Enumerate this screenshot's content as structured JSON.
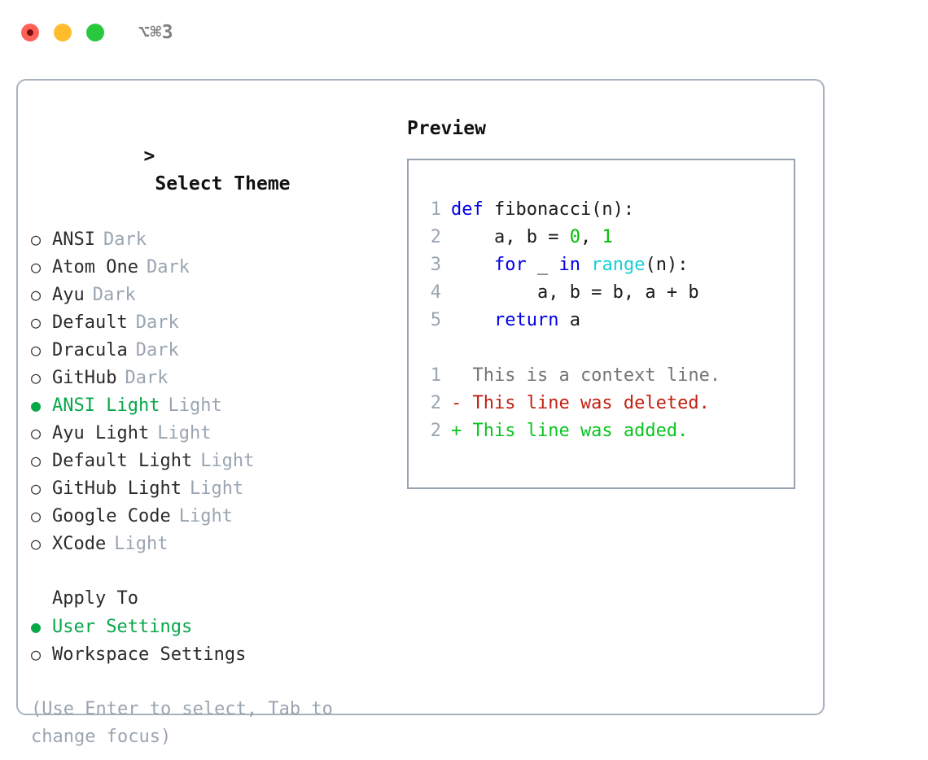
{
  "window": {
    "title": "⌥⌘3",
    "traffic_lights": [
      "close",
      "minimize",
      "maximize"
    ]
  },
  "left": {
    "heading": "> Select Theme",
    "heading_caret": ">",
    "heading_label": "Select Theme",
    "bullet_on": "●",
    "bullet_off": "○",
    "themes": [
      {
        "name": "ANSI",
        "kind": "Dark",
        "selected": false
      },
      {
        "name": "Atom One",
        "kind": "Dark",
        "selected": false
      },
      {
        "name": "Ayu",
        "kind": "Dark",
        "selected": false
      },
      {
        "name": "Default",
        "kind": "Dark",
        "selected": false
      },
      {
        "name": "Dracula",
        "kind": "Dark",
        "selected": false
      },
      {
        "name": "GitHub",
        "kind": "Dark",
        "selected": false
      },
      {
        "name": "ANSI Light",
        "kind": "Light",
        "selected": true
      },
      {
        "name": "Ayu Light",
        "kind": "Light",
        "selected": false
      },
      {
        "name": "Default Light",
        "kind": "Light",
        "selected": false
      },
      {
        "name": "GitHub Light",
        "kind": "Light",
        "selected": false
      },
      {
        "name": "Google Code",
        "kind": "Light",
        "selected": false
      },
      {
        "name": "XCode",
        "kind": "Light",
        "selected": false
      }
    ],
    "apply": {
      "title": "Apply To",
      "options": [
        {
          "name": "User Settings",
          "selected": true
        },
        {
          "name": "Workspace Settings",
          "selected": false
        }
      ]
    },
    "hint": "(Use Enter to select, Tab to change focus)"
  },
  "right": {
    "heading": "Preview",
    "code": [
      {
        "lineno": "1",
        "tokens": [
          {
            "text": "def ",
            "style": "kw"
          },
          {
            "text": "fibonacci(n):",
            "style": "plain"
          }
        ]
      },
      {
        "lineno": "2",
        "tokens": [
          {
            "text": "    a, b = ",
            "style": "plain"
          },
          {
            "text": "0",
            "style": "num"
          },
          {
            "text": ", ",
            "style": "plain"
          },
          {
            "text": "1",
            "style": "num"
          }
        ]
      },
      {
        "lineno": "3",
        "tokens": [
          {
            "text": "    ",
            "style": "plain"
          },
          {
            "text": "for",
            "style": "kw"
          },
          {
            "text": " _ ",
            "style": "plain"
          },
          {
            "text": "in",
            "style": "kw"
          },
          {
            "text": " ",
            "style": "plain"
          },
          {
            "text": "range",
            "style": "fn"
          },
          {
            "text": "(n):",
            "style": "plain"
          }
        ]
      },
      {
        "lineno": "4",
        "tokens": [
          {
            "text": "        a, b = b, a + b",
            "style": "plain"
          }
        ]
      },
      {
        "lineno": "5",
        "tokens": [
          {
            "text": "    ",
            "style": "plain"
          },
          {
            "text": "return",
            "style": "kw"
          },
          {
            "text": " a",
            "style": "plain"
          }
        ]
      }
    ],
    "diff": [
      {
        "lineno": "1",
        "marker": " ",
        "text": "  This is a context line.",
        "type": "context"
      },
      {
        "lineno": "2",
        "marker": "-",
        "text": "- This line was deleted.",
        "type": "deleted"
      },
      {
        "lineno": "2",
        "marker": "+",
        "text": "+ This line was added.",
        "type": "added"
      }
    ]
  },
  "colors": {
    "accent_green": "#08a84a",
    "muted": "#9aa5b1",
    "border": "#a8b2bf",
    "keyword": "#0000e6",
    "number": "#00c000",
    "function": "#18cfd6",
    "diff_deleted": "#c21f10",
    "diff_added": "#0ac520",
    "traffic_red": "#ff6159",
    "traffic_yellow": "#ffbd2e",
    "traffic_green": "#28c93f"
  }
}
